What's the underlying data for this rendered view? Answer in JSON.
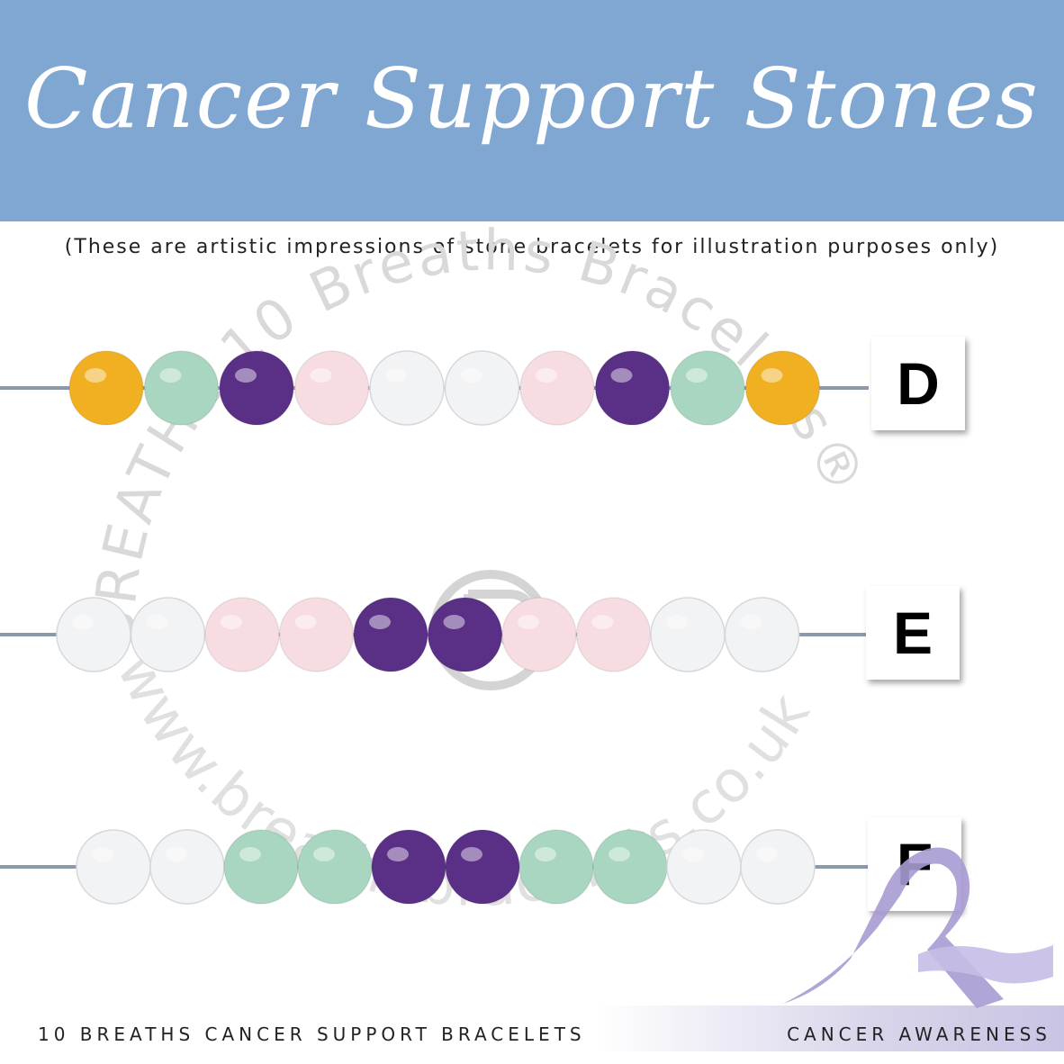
{
  "header": {
    "title": "Cancer Support Stones"
  },
  "subtitle": "(These are artistic impressions of stone bracelets for illustration purposes only)",
  "watermark": {
    "arc_text": "BREATHE 10 Breaths Bracelets®",
    "url_text": "www.breathebracelets.co.uk"
  },
  "stone_colors": {
    "citrine": "#f0b022",
    "aventurine": "#a8d6c0",
    "amethyst": "#5a2f86",
    "rose_quartz": "#f7dde2",
    "clear_quartz": "#f2f3f5"
  },
  "bracelets": [
    {
      "letter": "D",
      "stones": [
        "citrine",
        "aventurine",
        "amethyst",
        "rose_quartz",
        "clear_quartz",
        "clear_quartz",
        "rose_quartz",
        "amethyst",
        "aventurine",
        "citrine"
      ]
    },
    {
      "letter": "E",
      "stones": [
        "clear_quartz",
        "clear_quartz",
        "rose_quartz",
        "rose_quartz",
        "amethyst",
        "amethyst",
        "rose_quartz",
        "rose_quartz",
        "clear_quartz",
        "clear_quartz"
      ]
    },
    {
      "letter": "F",
      "stones": [
        "clear_quartz",
        "clear_quartz",
        "aventurine",
        "aventurine",
        "amethyst",
        "amethyst",
        "aventurine",
        "aventurine",
        "clear_quartz",
        "clear_quartz"
      ]
    }
  ],
  "footer": {
    "left": "10 BREATHS CANCER SUPPORT BRACELETS",
    "right": "CANCER AWARENESS"
  },
  "ribbon_color": "#a99bd3"
}
